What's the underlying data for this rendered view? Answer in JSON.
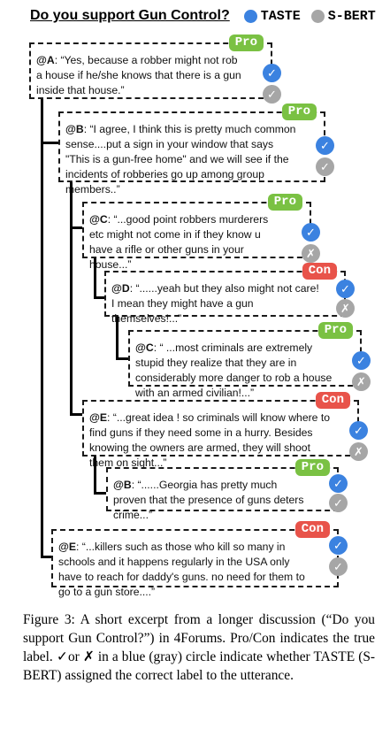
{
  "header": {
    "title": "Do you support Gun Control?",
    "legend": [
      {
        "label": "TASTE",
        "color": "#3b82e0"
      },
      {
        "label": "S-BERT",
        "color": "#a6a6a6"
      }
    ]
  },
  "colors": {
    "pro": "#7ac143",
    "con": "#e8534a",
    "taste": "#3b82e0",
    "sbert": "#a6a6a6"
  },
  "posts": [
    {
      "speaker": "@A",
      "text": ": “Yes, because a robber might not rob a house if he/she knows that there is a gun inside that house.”",
      "stance": "Pro",
      "taste": "✓",
      "sbert": "✓"
    },
    {
      "speaker": "@B",
      "text": ": “I agree, I think this is pretty much common sense....put a sign in your window that says \"This is a gun-free home\" and we will see if the incidents of robberies go up among group members..”",
      "stance": "Pro",
      "taste": "✓",
      "sbert": "✓"
    },
    {
      "speaker": "@C",
      "text": ": “...good point robbers murderers etc might not come in if they know u have a rifle or other guns in your house...”",
      "stance": "Pro",
      "taste": "✓",
      "sbert": "✗"
    },
    {
      "speaker": "@D",
      "text": ": “......yeah but they also might not care! I mean they might have a gun themselves!...”",
      "stance": "Con",
      "taste": "✓",
      "sbert": "✗"
    },
    {
      "speaker": "@C",
      "text": ": “ ...most criminals are extremely stupid they realize that they are in considerably more danger to rob a house with an armed civilian!...”",
      "stance": "Pro",
      "taste": "✓",
      "sbert": "✗"
    },
    {
      "speaker": "@E",
      "text": ": “...great idea ! so criminals will know where to find guns if they need some in a hurry. Besides knowing the owners are armed, they will shoot them on sight...”",
      "stance": "Con",
      "taste": "✓",
      "sbert": "✗"
    },
    {
      "speaker": "@B",
      "text": ": “......Georgia has pretty much proven that the presence of guns deters crime...”",
      "stance": "Pro",
      "taste": "✓",
      "sbert": "✓"
    },
    {
      "speaker": "@E",
      "text": ": “...killers such as those who kill so many in schools and it happens regularly in the USA only have to reach for daddy's guns. no need for them to go to a gun store....”",
      "stance": "Con",
      "taste": "✓",
      "sbert": "✓"
    }
  ],
  "caption": "Figure 3:  A short excerpt from a longer discussion (“Do you support Gun Control?”) in 4Forums. Pro/Con indicates the true label. ✓or ✗ in a blue (gray) circle indicate whether TASTE (S-BERT) assigned the correct label to the utterance."
}
